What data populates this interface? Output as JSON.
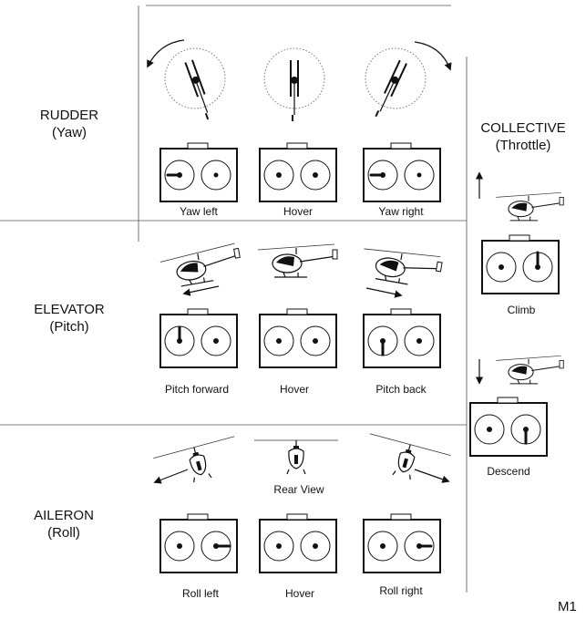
{
  "rows": {
    "rudder": {
      "name": "RUDDER",
      "sub": "(Yaw)"
    },
    "elevator": {
      "name": "ELEVATOR",
      "sub": "(Pitch)"
    },
    "aileron": {
      "name": "AILERON",
      "sub": "(Roll)"
    },
    "collective": {
      "name": "COLLECTIVE",
      "sub": "(Throttle)"
    }
  },
  "captions": {
    "yaw_left": "Yaw left",
    "yaw_hover": "Hover",
    "yaw_right": "Yaw right",
    "pitch_forward": "Pitch forward",
    "pitch_hover": "Hover",
    "pitch_back": "Pitch back",
    "rear_view": "Rear View",
    "roll_left": "Roll left",
    "roll_hover": "Hover",
    "roll_right": "Roll right",
    "climb": "Climb",
    "descend": "Descend"
  },
  "page_label": "M1"
}
